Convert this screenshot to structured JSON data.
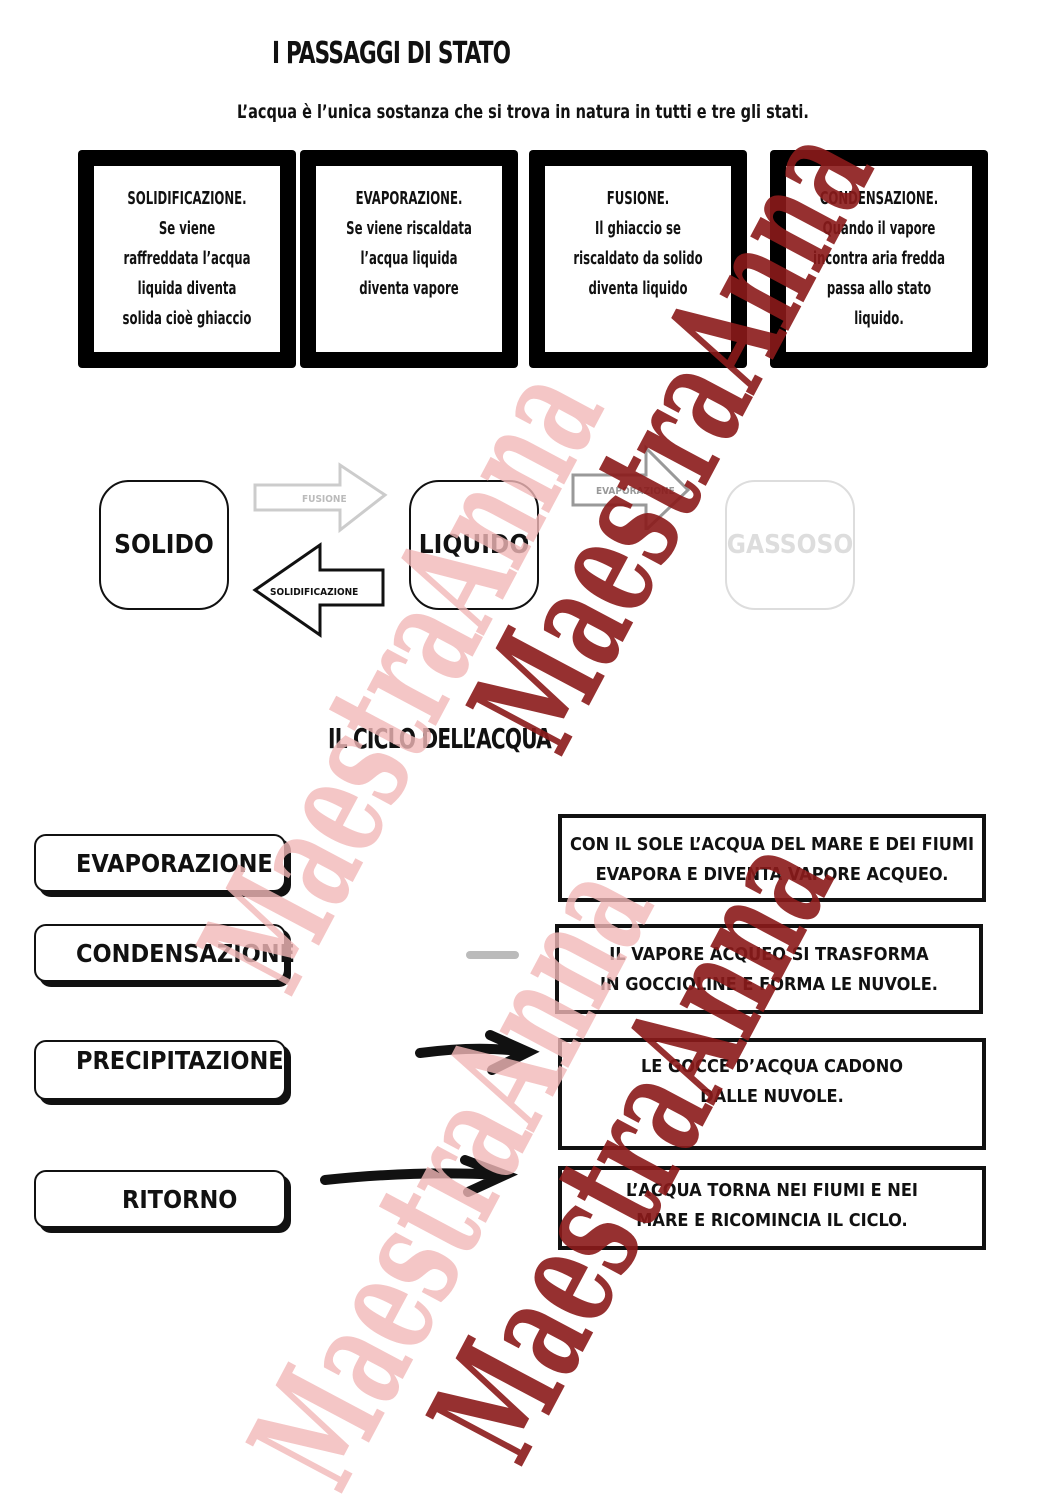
{
  "header": {
    "title": "I PASSAGGI DI STATO",
    "subtitle": "L’acqua è l’unica sostanza che si trova in natura in tutti e tre gli stati."
  },
  "cards": [
    {
      "title": "SOLIDIFICAZIONE.",
      "text": "Se viene raffreddata l’acqua liquida diventa solida cioè ghiaccio"
    },
    {
      "title": "EVAPORAZIONE.",
      "text": "Se viene riscaldata l’acqua liquida diventa vapore"
    },
    {
      "title": "FUSIONE.",
      "text": "Il ghiaccio se riscaldato da solido diventa liquido"
    },
    {
      "title": "CONDENSAZIONE.",
      "text": "Quando il vapore incontra aria fredda passa allo stato liquido."
    }
  ],
  "diagram": {
    "solid": "SOLIDO",
    "liquid": "LIQUIDO",
    "gas": "GASSOSO",
    "arrow_fusion": "FUSIONE",
    "arrow_solidification": "SOLIDIFICAZIONE",
    "arrow_evaporation": "EVAPORAZIONE"
  },
  "cycle": {
    "title": "IL CICLO DELL’ACQUA",
    "steps": [
      {
        "label": "EVAPORAZIONE",
        "text": "CON IL SOLE L’ACQUA DEL MARE E DEI FIUMI EVAPORA E DIVENTA VAPORE ACQUEO."
      },
      {
        "label": "CONDENSAZIONE",
        "text": "IL VAPORE ACQUEO SI TRASFORMA IN GOCCIOLINE E FORMA LE NUVOLE."
      },
      {
        "label": "PRECIPITAZIONE",
        "text": "LE GOCCE D’ACQUA CADONO DALLE NUVOLE."
      },
      {
        "label": "RITORNO",
        "text": "L’ACQUA TORNA NEI FIUMI E NEI MARE E RICOMINCIA IL CICLO."
      }
    ]
  },
  "watermark": "MaestraAnna",
  "colors": {
    "watermark": "#8b1a1a",
    "watermark_light": "#f2b8b8"
  }
}
